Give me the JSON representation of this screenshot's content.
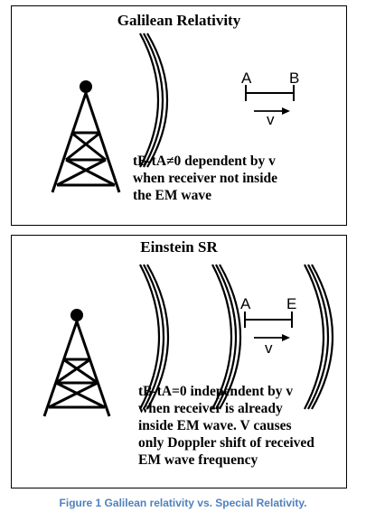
{
  "panel_galilean": {
    "title": "Galilean Relativity",
    "point_a": "A",
    "point_b": "B",
    "velocity": "v",
    "caption_lines": [
      "tB-tA≠0  dependent by v",
      "when receiver not inside",
      "the EM wave"
    ]
  },
  "panel_einstein": {
    "title": "Einstein SR",
    "point_a": "A",
    "point_b": "E",
    "velocity": "v",
    "caption_lines": [
      "tB-tA=0 independent by v",
      "when receiver is already",
      "inside EM wave. V causes",
      "only Doppler shift of received",
      "EM wave frequency"
    ]
  },
  "figure_caption": "Figure 1 Galilean relativity vs. Special Relativity.",
  "colors": {
    "caption_color": "#4f81bd",
    "line": "#000000"
  }
}
